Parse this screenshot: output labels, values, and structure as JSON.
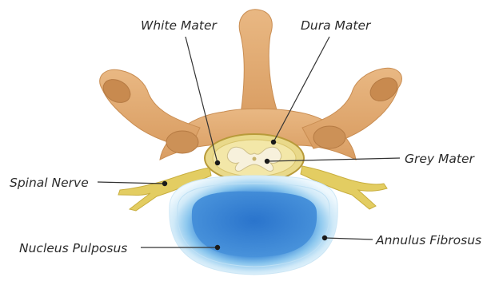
{
  "labels": {
    "white_mater": "White Mater",
    "dura_mater": "Dura Mater",
    "grey_mater": "Grey Mater",
    "spinal_nerve": "Spinal Nerve",
    "nucleus_pulposus": "Nucleus Pulposus",
    "annulus_fibrosus": "Annulus Fibrosus"
  },
  "colors": {
    "bone": "#e0aa72",
    "bone_shade": "#c98d52",
    "disc_outer": "#dff1fb",
    "disc_ring": "#9fd4ef",
    "nucleus": "#3b86d6",
    "cord": "#f2e6a6",
    "nerve": "#e8d36b",
    "leader": "#333333"
  }
}
